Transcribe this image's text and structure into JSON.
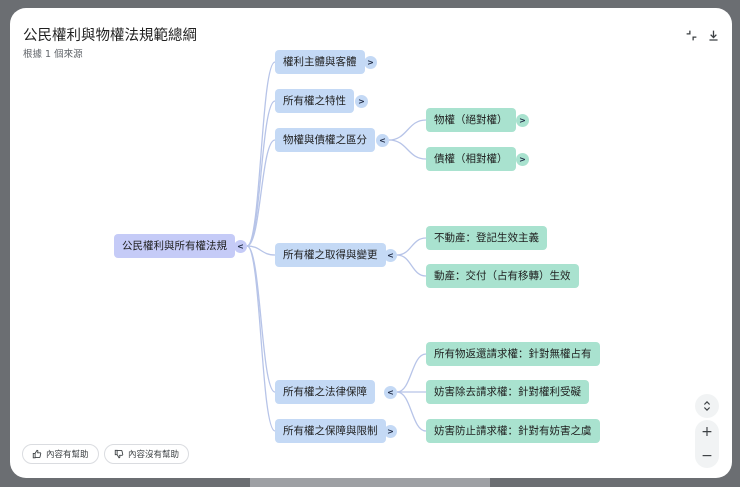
{
  "header": {
    "title": "公民權利與物權法規範總綱",
    "subtitle": "根據 1 個來源",
    "collapse_icon": "collapse-icon",
    "download_icon": "download-icon"
  },
  "mindmap": {
    "root": {
      "label": "公民權利與所有權法規",
      "toggle": "<"
    },
    "branches": [
      {
        "label": "權利主體與客體",
        "toggle": ">"
      },
      {
        "label": "所有權之特性",
        "toggle": ">"
      },
      {
        "label": "物權與債權之區分",
        "toggle": "<",
        "children": [
          {
            "label": "物權（絕對權）",
            "toggle": ">"
          },
          {
            "label": "債權（相對權）",
            "toggle": ">"
          }
        ]
      },
      {
        "label": "所有權之取得與變更",
        "toggle": "<",
        "children": [
          {
            "label": "不動產：登記生效主義"
          },
          {
            "label": "動產：交付（占有移轉）生效"
          }
        ]
      },
      {
        "label": "所有權之法律保障",
        "toggle": "<",
        "children": [
          {
            "label": "所有物返還請求權：針對無權占有"
          },
          {
            "label": "妨害除去請求權：針對權利受礙"
          },
          {
            "label": "妨害防止請求權：針對有妨害之虞"
          }
        ]
      },
      {
        "label": "所有權之保障與限制",
        "toggle": ">"
      }
    ]
  },
  "feedback": {
    "helpful": "內容有幫助",
    "not_helpful": "內容沒有幫助"
  },
  "zoom": {
    "fit_icon": "expand-vertical-icon",
    "zoom_in": "+",
    "zoom_out": "−"
  },
  "colors": {
    "root": "#c5cbf7",
    "branch": "#c4d9f5",
    "leaf": "#a9e2cf",
    "connector": "#b7c4e8"
  }
}
